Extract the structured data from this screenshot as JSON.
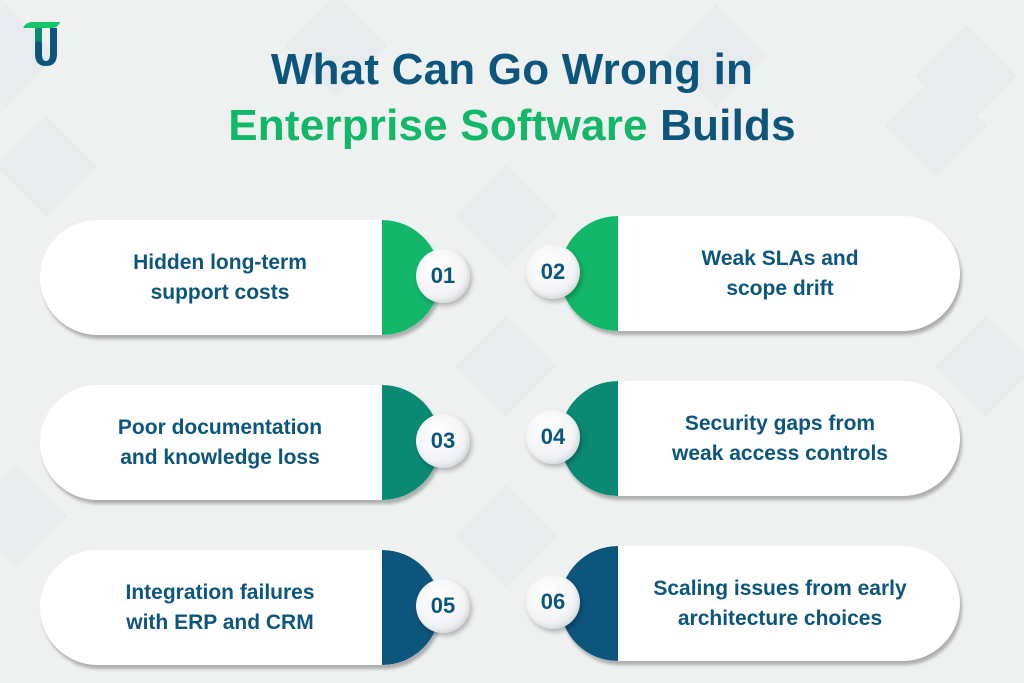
{
  "logo": {
    "name": "TU logo",
    "colors": {
      "top": "#12c46a",
      "stem": "#0c557d"
    }
  },
  "title": {
    "line1": "What Can Go Wrong in",
    "line2_highlight": "Enterprise Software",
    "line2_rest": " Builds"
  },
  "colors": {
    "navy": "#0c557d",
    "green": "#12b76a",
    "teal": "#0a8a73",
    "background": "#eff1f1"
  },
  "items": [
    {
      "number": "01",
      "line1": "Hidden long-term",
      "line2": "support costs",
      "color": "#12b76a",
      "side": "left"
    },
    {
      "number": "02",
      "line1": "Weak SLAs and",
      "line2": "scope drift",
      "color": "#12b76a",
      "side": "right"
    },
    {
      "number": "03",
      "line1": "Poor documentation",
      "line2": "and knowledge loss",
      "color": "#0a8a73",
      "side": "left"
    },
    {
      "number": "04",
      "line1": "Security gaps from",
      "line2": "weak access controls",
      "color": "#0a8a73",
      "side": "right"
    },
    {
      "number": "05",
      "line1": "Integration failures",
      "line2": "with ERP and CRM",
      "color": "#0c557d",
      "side": "left"
    },
    {
      "number": "06",
      "line1": "Scaling issues from early",
      "line2": "architecture choices",
      "color": "#0c557d",
      "side": "right"
    }
  ]
}
